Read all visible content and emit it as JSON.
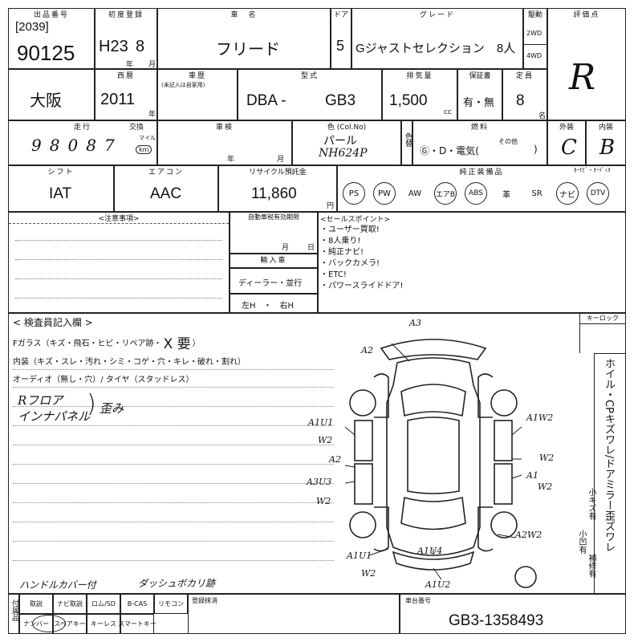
{
  "header": {
    "lot_label": "出品番号",
    "first_reg_label": "初度登録",
    "model_label": "車　名",
    "door_label": "ドア",
    "grade_label": "グレード",
    "drive_label": "駆動",
    "eval_label": "評価点"
  },
  "lot": {
    "sub": "[2039]",
    "number": "90125"
  },
  "first_reg": {
    "era": "H23",
    "month": "8",
    "year_unit": "年",
    "month_unit": "月"
  },
  "model_name": "フリード",
  "doors": "5",
  "grade": "Gジャストセレクション　8人",
  "drive": {
    "opt1": "2WD",
    "opt2": "4WD"
  },
  "score": "R",
  "row2": {
    "area_label_blank": "",
    "year_label": "西暦",
    "carinfo_label": "車歴",
    "carinfo_note": "(未記入は自家用)",
    "type_label": "型式",
    "disp_label": "排気量",
    "warranty_label": "保証書",
    "capacity_label": "定員",
    "area": "大阪",
    "model_year": "2011",
    "year_unit": "年",
    "type_prefix": "DBA -",
    "type_code": "GB3",
    "displacement": "1,500",
    "cc": "cc",
    "warranty": "有・無",
    "capacity": "8",
    "capacity_unit": "名"
  },
  "row3": {
    "mileage_label": "走行",
    "meter_label": "交換",
    "inspect_label": "車検",
    "color_label": "色 (Col.No)",
    "fuel_label": "燃料",
    "exterior_label": "外装",
    "interior_label": "内装",
    "mileage_digits": [
      "9",
      "8",
      "0",
      "8",
      "7"
    ],
    "unit_mile": "マイル",
    "unit_km": "km",
    "inspect_year": "年",
    "inspect_month": "月",
    "color_name": "パール",
    "color_code": "NH624P",
    "color_side": "色替",
    "fuel_options": "Ⓖ・D・電気(",
    "fuel_other": "その他",
    "fuel_close": ")",
    "exterior": "C",
    "interior": "B"
  },
  "row4": {
    "shift_label": "シフト",
    "ac_label": "エアコン",
    "recycle_label": "リサイクル預託金",
    "equip_label": "純正装備品",
    "navi_tv_label": "ｶｰﾅﾋﾞ・ｵｰﾃﾞｨｵ",
    "shift": "IAT",
    "ac": "AAC",
    "recycle": "11,860",
    "yen": "円",
    "equipment": [
      {
        "label": "PS",
        "circled": true
      },
      {
        "label": "PW",
        "circled": true
      },
      {
        "label": "AW",
        "circled": false
      },
      {
        "label": "エアB",
        "circled": true
      },
      {
        "label": "ABS",
        "circled": true
      },
      {
        "label": "革",
        "circled": false
      },
      {
        "label": "SR",
        "circled": false
      },
      {
        "label": "ナビ",
        "circled": true
      },
      {
        "label": "DTV",
        "circled": true
      }
    ]
  },
  "notes": {
    "caution_label": "<注意事項>",
    "valid_label": "自動車税有効期限",
    "valid_month": "月",
    "valid_day": "日",
    "import_label": "輸入車",
    "import_dealer": "ディーラー・並行",
    "handle": "左H　・　右H",
    "sales_label": "<セールスポイント>",
    "sales_points": [
      "・ユーザー買取!",
      "・8人乗り!",
      "・純正ナビ!",
      "・バックカメラ!",
      "・ETC!",
      "・パワースライドドア!"
    ]
  },
  "inspection": {
    "title": "< 検査員記入欄 >",
    "line1": "Fガラス（キズ・飛石・ヒビ・リペア跡・",
    "line1_mark": "X 要",
    "line1_end": "）",
    "line2": "内装（キズ・スレ・汚れ・シミ・コゲ・穴・キレ・破れ・割れ）",
    "line3": "オーディオ（無し・穴）/ タイヤ（スタッドレス）",
    "hand1": "Rフロア",
    "hand2": "インナパネル",
    "hand3": "歪み",
    "hand_bottom1": "ハンドルカバー付",
    "hand_bottom2": "ダッシュボカリ跡"
  },
  "keylock_label": "キーロック",
  "side_text": "ホイル・CPキズワレ/ドアミラー歪ズワレ",
  "side_small": [
    "小キズ有",
    "小凹有",
    "補修有"
  ],
  "diagram_marks": {
    "a3": "A3",
    "a2_top": "A2",
    "a1u1_left": "A1U1",
    "w2_left1": "W2",
    "a2_left": "A2",
    "a3u3": "A3U3",
    "w2_left2": "W2",
    "a1w2_right": "A1W2",
    "w2_right1": "W2",
    "a1_right": "A1",
    "w2_right2": "W2",
    "a2w2_right": "A2W2",
    "a1u4": "A1U4",
    "a1u1_bottom": "A1U1",
    "w2_bottom": "W2",
    "a1u2": "A1U2"
  },
  "bottom": {
    "labels_row1": [
      "取説",
      "ナビ取説",
      "ロム/SD",
      "B-CAS",
      "リモコン"
    ],
    "labels_row2": [
      "ナンバー",
      "スペアキー",
      "キーレス",
      "スマートキー"
    ],
    "side_label": "付属品",
    "reg_label": "登録抹消",
    "chassis_label": "車台番号",
    "chassis": "GB3-1358493"
  }
}
